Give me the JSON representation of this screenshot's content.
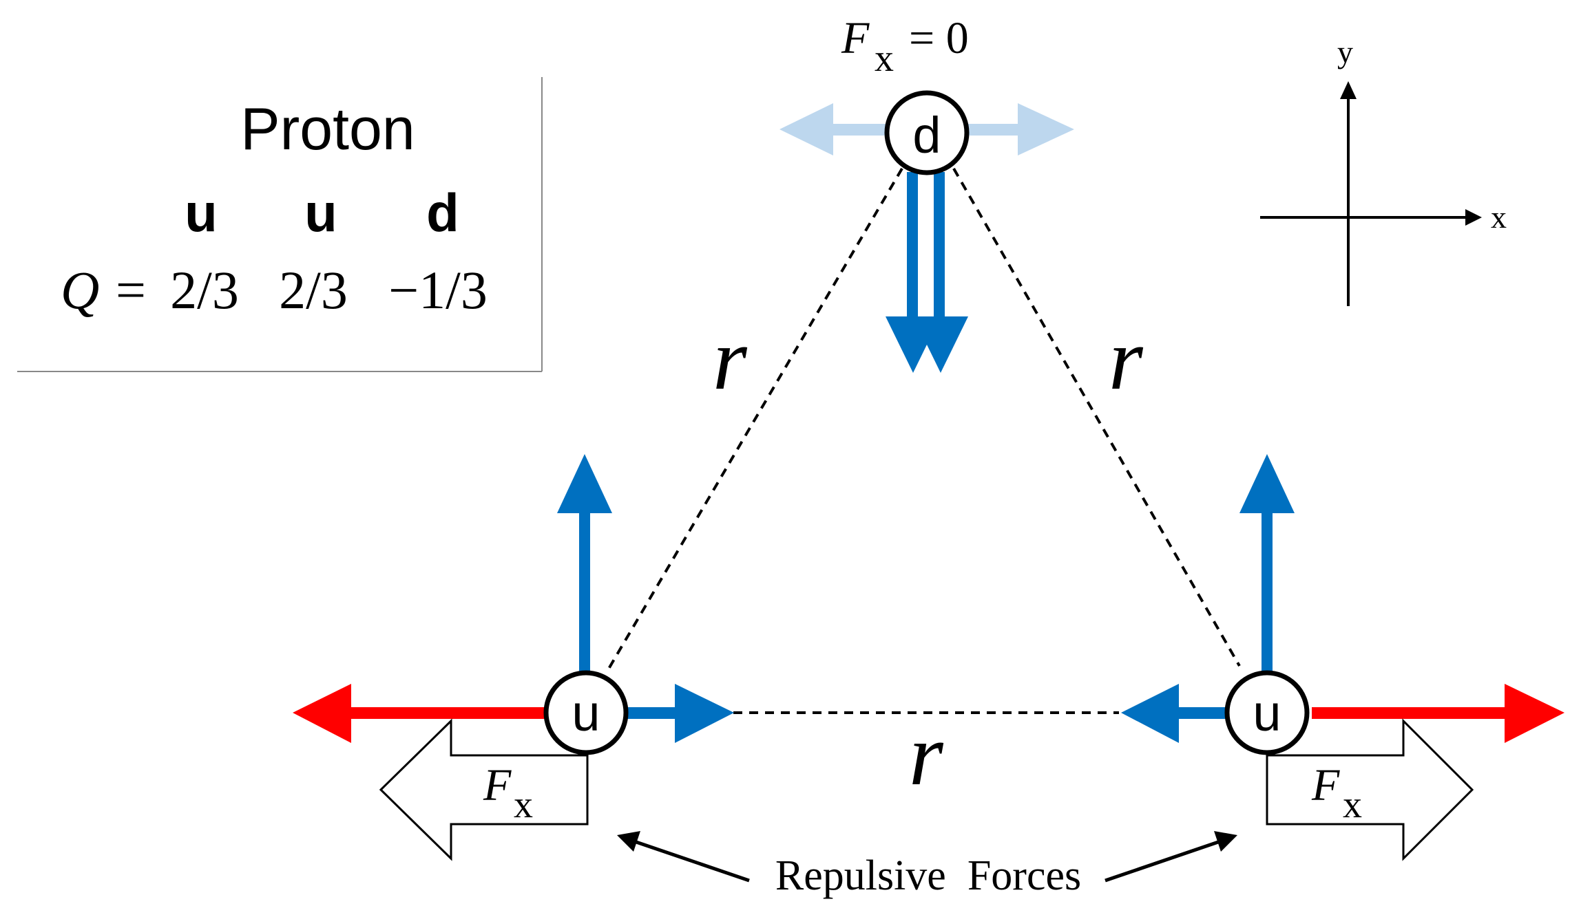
{
  "colors": {
    "blue": "#0070C0",
    "light_blue": "#BDD7EE",
    "red": "#FF0000",
    "black": "#000000"
  },
  "proton_box": {
    "title": "Proton",
    "quarks": [
      "u",
      "u",
      "d"
    ],
    "charge_label": "Q",
    "equals": "=",
    "charges": [
      "2/3",
      "2/3",
      "−1/3"
    ]
  },
  "axes": {
    "x_label": "x",
    "y_label": "y"
  },
  "top_label": {
    "F": "F",
    "sub": "x",
    "rest": "= 0"
  },
  "quarks": {
    "top": "d",
    "left": "u",
    "right": "u"
  },
  "distance_label": "r",
  "fx_arrows": {
    "F": "F",
    "sub": "x"
  },
  "caption": "Repulsive  Forces"
}
